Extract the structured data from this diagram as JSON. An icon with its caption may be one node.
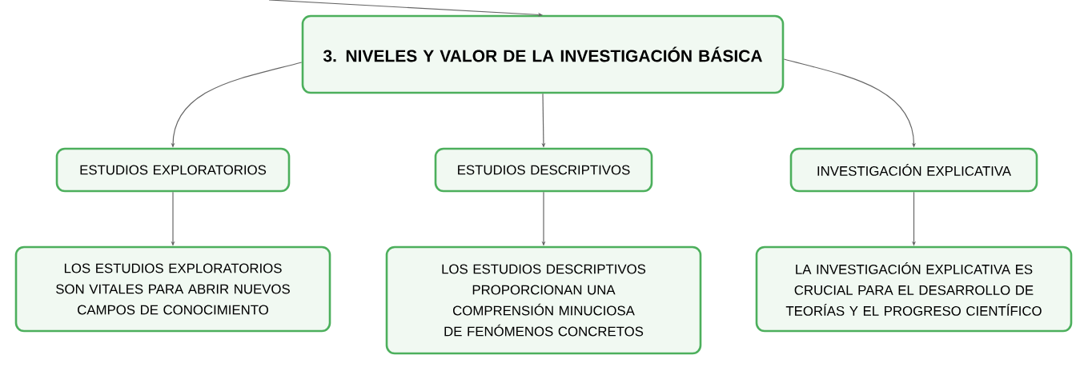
{
  "diagram": {
    "nodes": [
      {
        "text": [
          "3. NIVELES Y VALOR DE LA INVESTIGACIÓN BÁSICA"
        ]
      },
      {
        "text": [
          "ESTUDIOS EXPLORATORIOS"
        ]
      },
      {
        "text": [
          "ESTUDIOS DESCRIPTIVOS"
        ]
      },
      {
        "text": [
          "INVESTIGACIÓN EXPLICATIVA"
        ]
      },
      {
        "text": [
          "LOS ESTUDIOS EXPLORATORIOS SON VITALES PARA ABRIR NUEVOS CAMPOS DE CONOCIMIENTO"
        ]
      },
      {
        "text": [
          "LOS ESTUDIOS DESCRIPTIVOS PROPORCIONAN UNA COMPRENSIÓN MINUCIOSA DE FENÓMENOS CONCRETOS"
        ]
      },
      {
        "text": [
          "LA INVESTIGACIÓN EXPLICATIVA ES CRUCIAL PARA EL DESARROLLO DE TEORÍAS Y EL PROGRESO CIENTÍFICO"
        ]
      }
    ],
    "edges": [
      {
        "from": null,
        "to": 0,
        "arrow": "to"
      },
      {
        "from": 0,
        "to": 1,
        "arrow": "to"
      },
      {
        "from": 0,
        "to": 2,
        "arrow": "to"
      },
      {
        "from": 0,
        "to": 3,
        "arrow": "to"
      },
      {
        "from": 1,
        "to": 4,
        "arrow": "to"
      },
      {
        "from": 2,
        "to": 5,
        "arrow": "to"
      },
      {
        "from": 3,
        "to": 6,
        "arrow": "to"
      }
    ]
  }
}
